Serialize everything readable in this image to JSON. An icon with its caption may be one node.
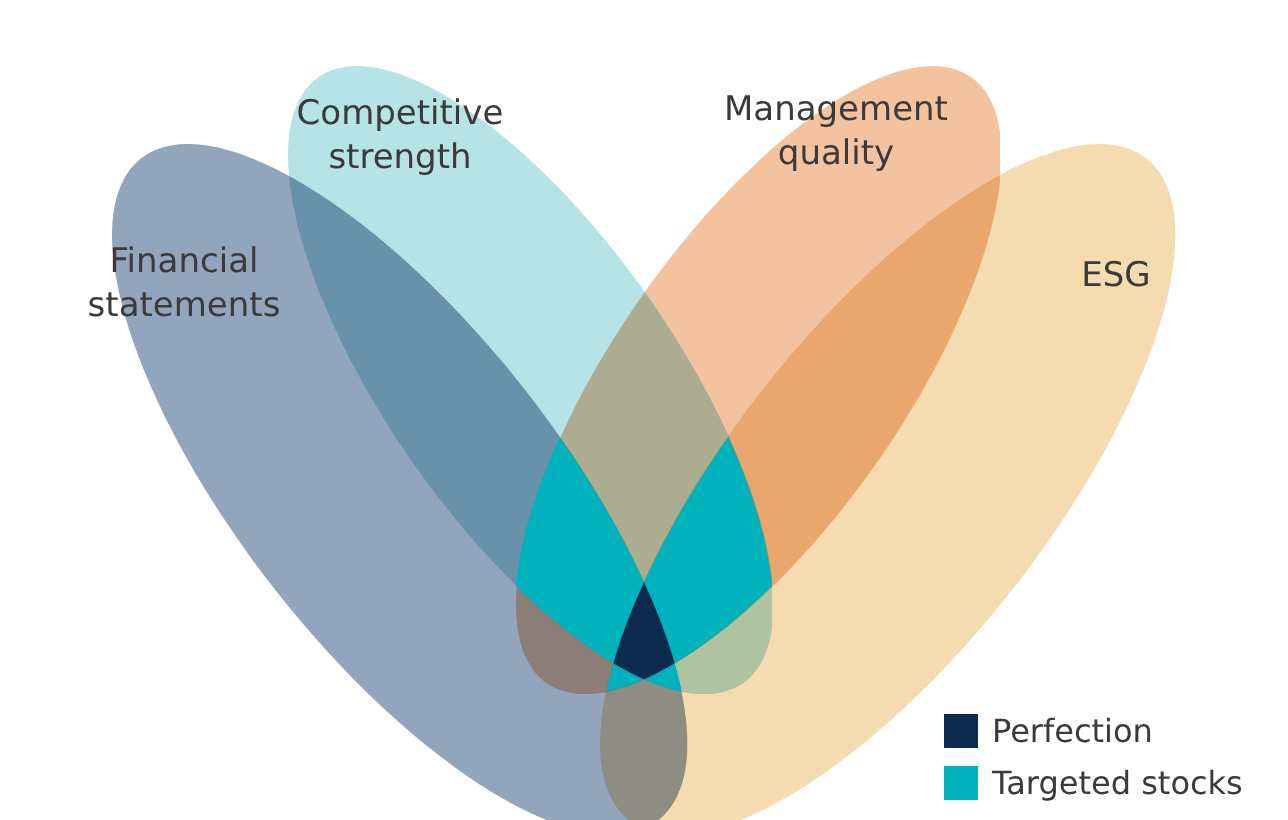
{
  "diagram": {
    "nodes": [
      {
        "text": [
          "Financial statements"
        ]
      },
      {
        "text": [
          "Competitive strength"
        ]
      },
      {
        "text": [
          "Management quality"
        ]
      },
      {
        "text": [
          "ESG"
        ]
      }
    ],
    "legend": [
      {
        "text": "Perfection",
        "color": "#0d2b4e"
      },
      {
        "text": "Targeted stocks",
        "color": "#00b2bb"
      }
    ]
  }
}
